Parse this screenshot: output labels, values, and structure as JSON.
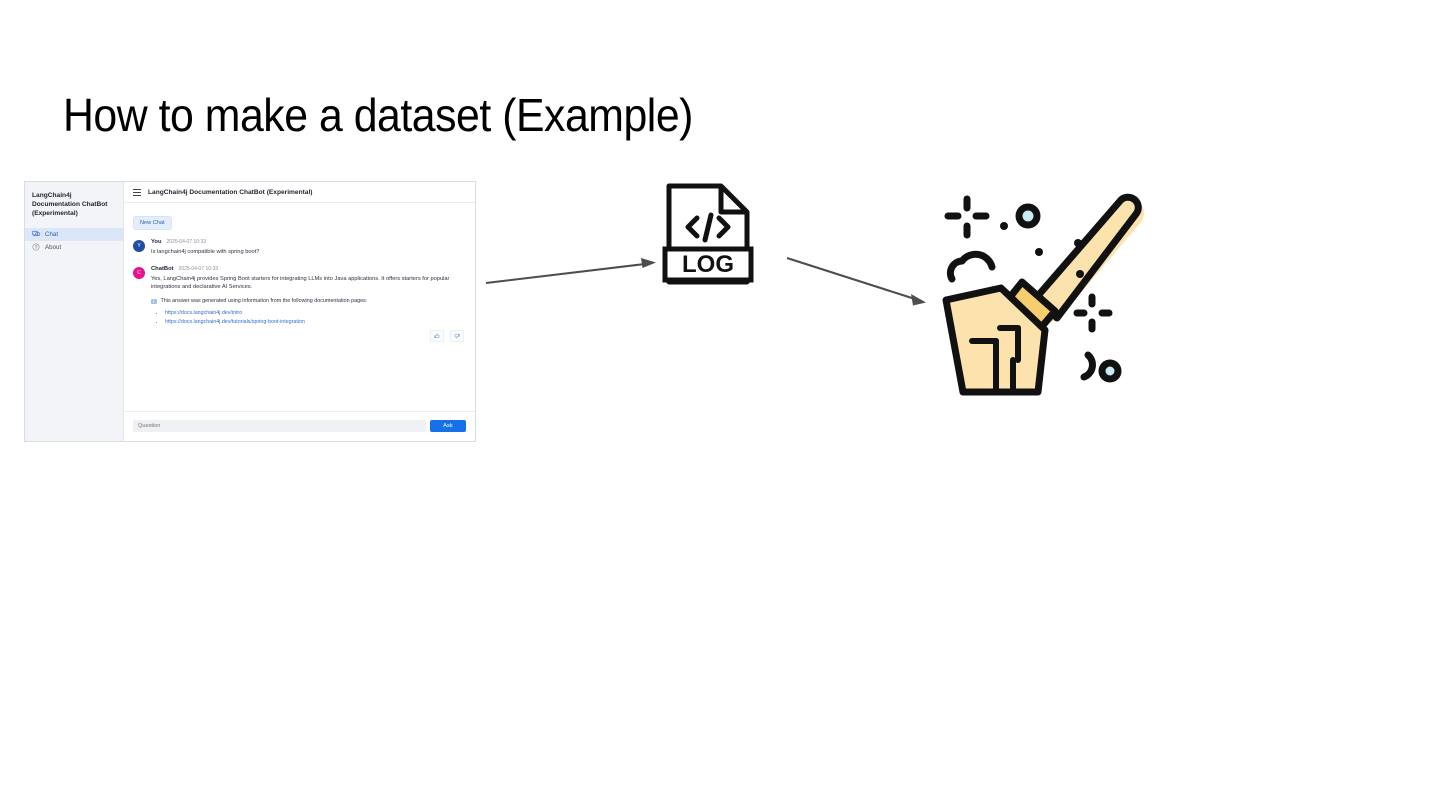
{
  "slide": {
    "title": "How to make a dataset (Example)"
  },
  "app": {
    "sidebar": {
      "title": "LangChain4j Documentation ChatBot (Experimental)",
      "items": [
        {
          "label": "Chat",
          "icon": "chat-bubble-icon",
          "active": true
        },
        {
          "label": "About",
          "icon": "info-circle-icon",
          "active": false
        }
      ]
    },
    "header": {
      "menu_icon": "hamburger-icon",
      "title": "LangChain4j Documentation ChatBot (Experimental)"
    },
    "new_chat_label": "New Chat",
    "messages": [
      {
        "avatar_letter": "Y",
        "name": "You",
        "time": "2025-04-07 10:33",
        "text": "Is langchain4j compatible with spring boot?"
      },
      {
        "avatar_letter": "C",
        "name": "ChatBot",
        "time": "2025-04-07 10:33",
        "text": "Yes, LangChain4j provides Spring Boot starters for integrating LLMs into Java applications. It offers starters for popular integrations and declarative AI Services.",
        "sources_note": "This answer was generated using information from the following documentation pages:",
        "sources": [
          "https://docs.langchain4j.dev/intro",
          "https://docs.langchain4j.dev/tutorials/spring-boot-integration"
        ]
      }
    ],
    "feedback": {
      "up_icon": "thumbs-up-icon",
      "down_icon": "thumbs-down-icon"
    },
    "composer": {
      "placeholder": "Question",
      "value": "",
      "submit_label": "Ask"
    }
  },
  "diagram": {
    "log_file": {
      "name": "log-file-icon",
      "label": "LOG",
      "code_glyph": "</>"
    },
    "broom": {
      "name": "broom-icon"
    },
    "arrows": [
      {
        "name": "arrow-app-to-log"
      },
      {
        "name": "arrow-log-to-broom"
      }
    ]
  },
  "colors": {
    "accent_blue": "#1471e8",
    "link_blue": "#2f6fd0",
    "avatar_you": "#1f4fa3",
    "avatar_bot": "#e8128c",
    "sidebar_bg": "#f3f4f7",
    "active_item": "#dbe7f8",
    "broom_light": "#fce3ad",
    "broom_dark": "#f6cd6f",
    "sparkle_blue": "#c9ecf4"
  }
}
